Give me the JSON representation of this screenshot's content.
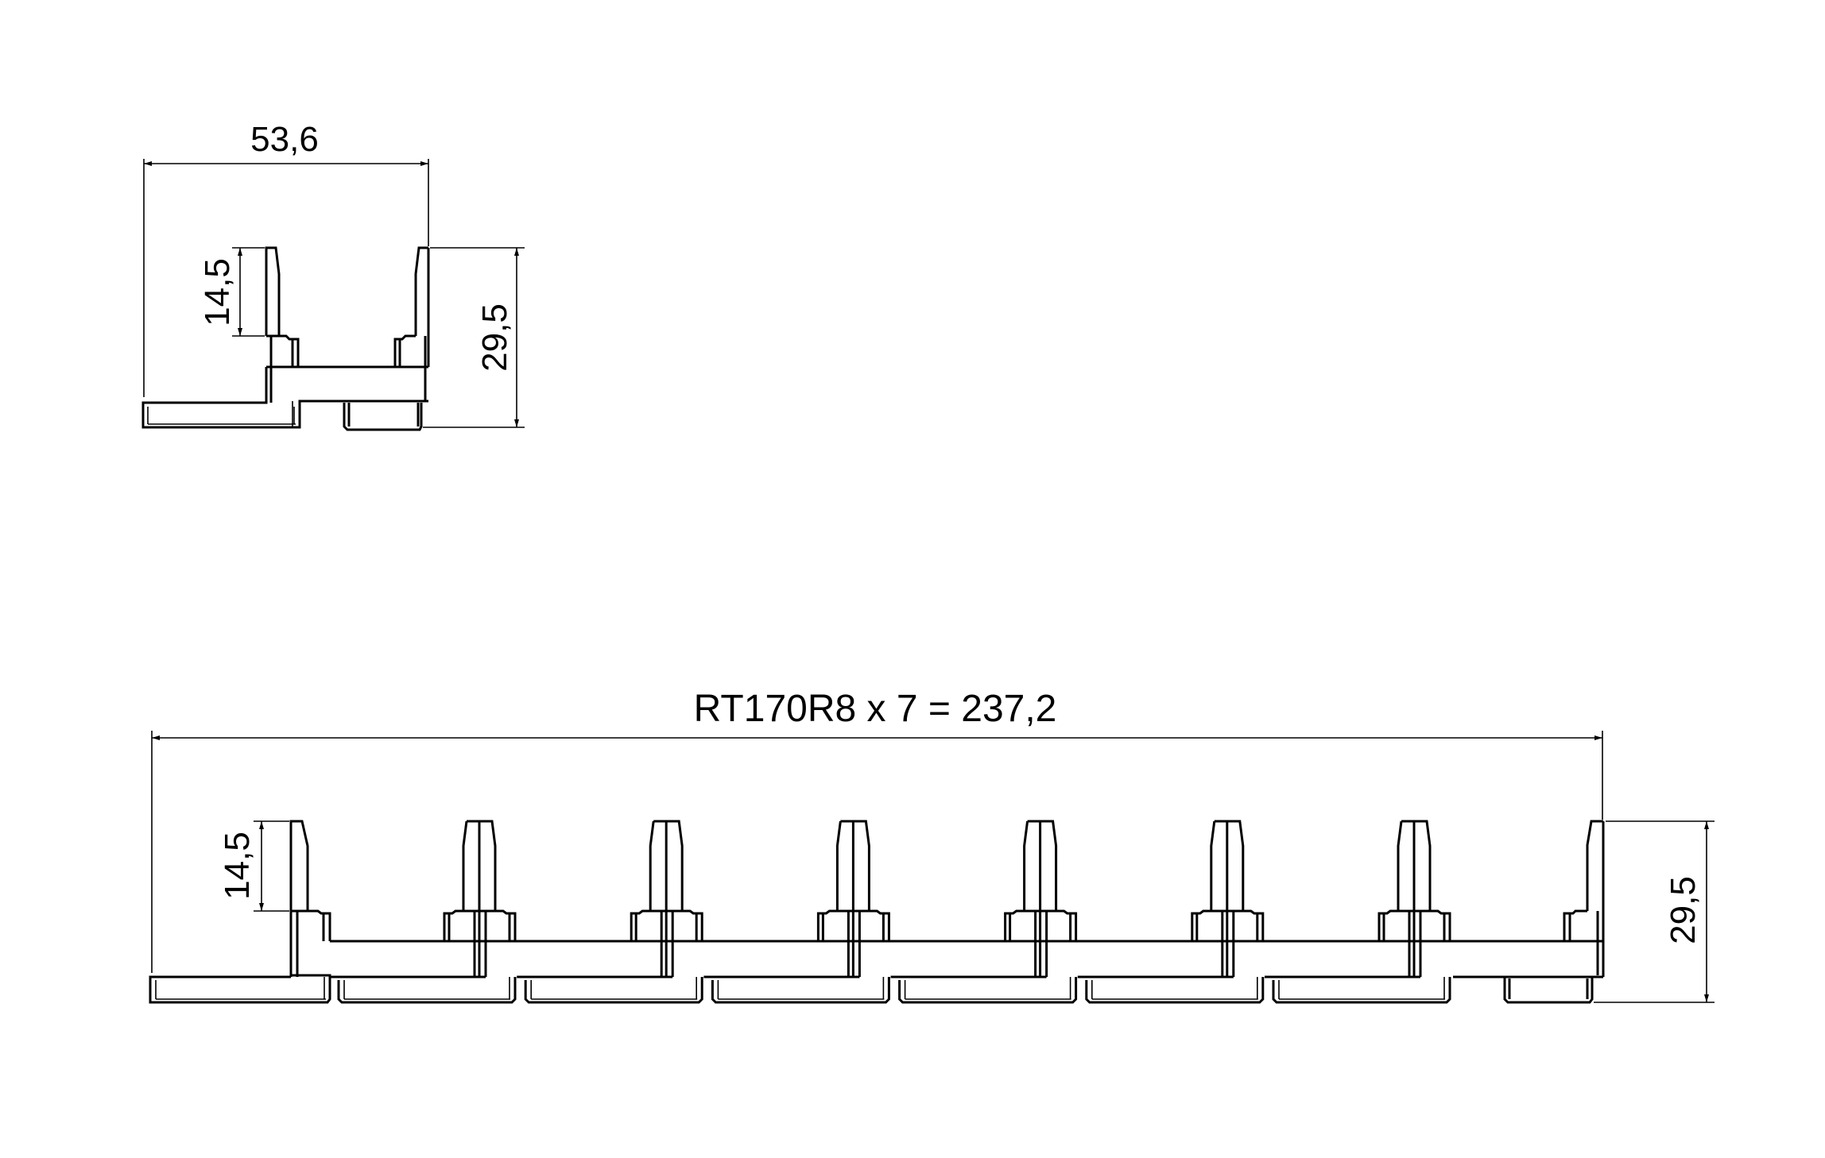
{
  "top_view": {
    "width_dim": "53,6",
    "pin_height_dim": "14,5",
    "total_height_dim": "29,5"
  },
  "bottom_view": {
    "length_dim": "RT170R8 x 7 = 237,2",
    "pin_height_dim": "14,5",
    "total_height_dim": "29,5",
    "segments": 7
  },
  "colors": {
    "line": "#000000",
    "background": "#ffffff"
  }
}
